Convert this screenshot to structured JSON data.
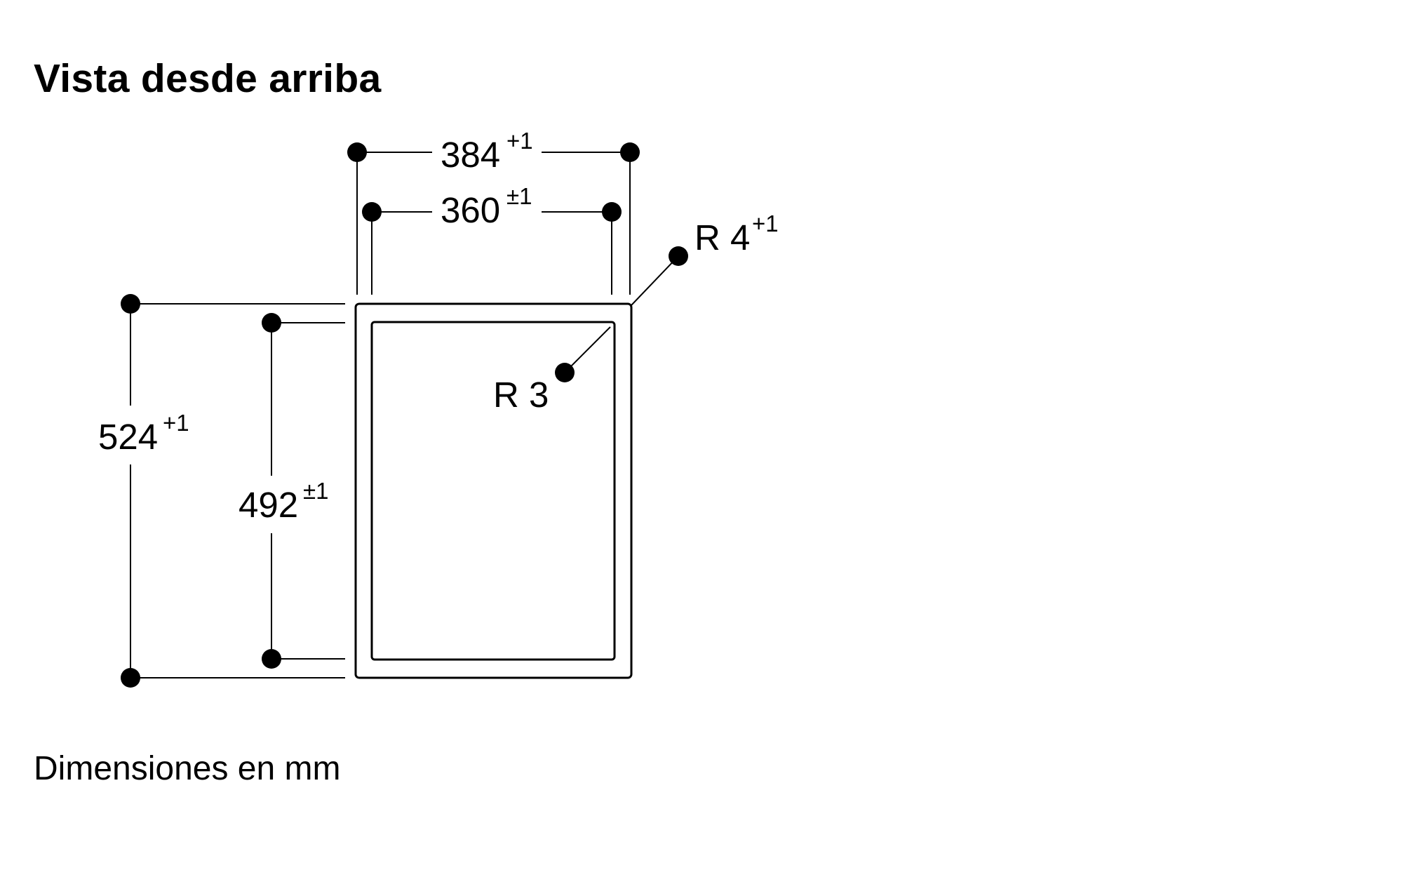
{
  "title": "Vista desde arriba",
  "caption": "Dimensiones en mm",
  "dimensions": {
    "outer_width": {
      "value": "384",
      "tolerance": "+1"
    },
    "inner_width": {
      "value": "360",
      "tolerance": "±1"
    },
    "outer_depth": {
      "value": "524",
      "tolerance": "+1"
    },
    "inner_depth": {
      "value": "492",
      "tolerance": "±1"
    },
    "outer_radius": {
      "value": "R 4",
      "tolerance": "+1"
    },
    "inner_radius": {
      "value": "R 3",
      "tolerance": ""
    }
  },
  "colors": {
    "line": "#000000",
    "background": "#ffffff"
  }
}
